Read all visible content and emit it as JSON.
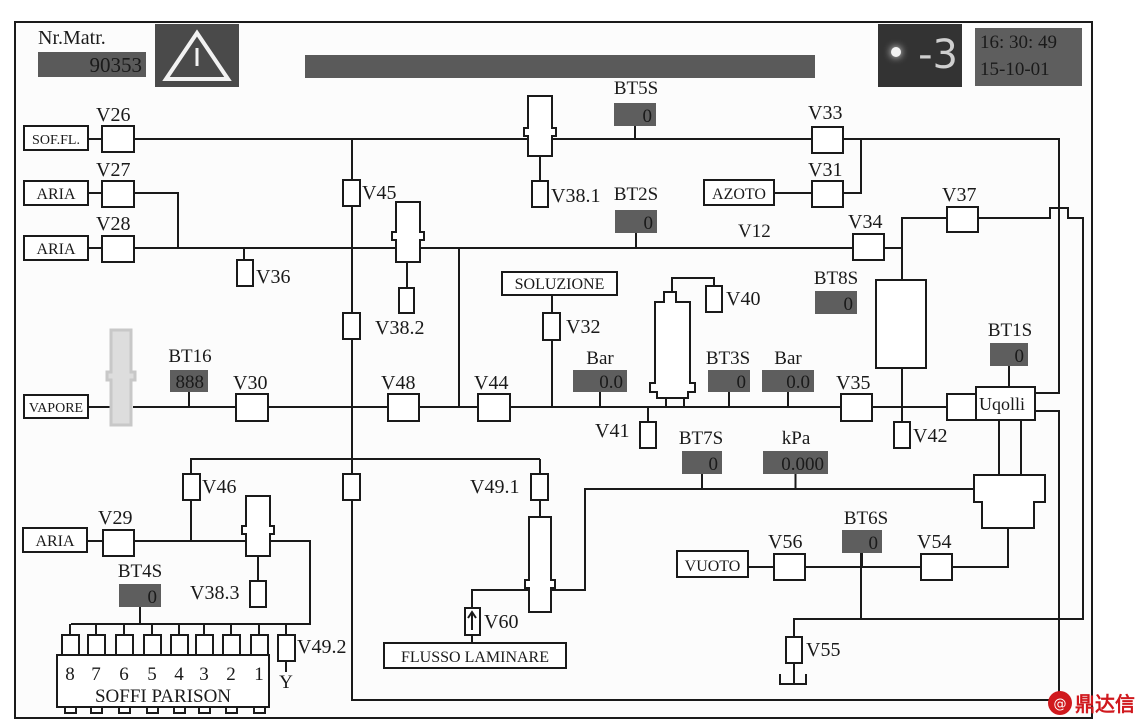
{
  "header": {
    "nr_matr_label": "Nr.Matr.",
    "nr_matr_value": "90353",
    "counter": "-3",
    "time": "16: 30: 49",
    "date": "15-10-01"
  },
  "sources": [
    "SOF.FL.",
    "ARIA",
    "ARIA",
    "AZOTO",
    "SOLUZIONE",
    "VAPORE",
    "ARIA",
    "VUOTO",
    "FLUSSO LAMINARE"
  ],
  "valves": [
    "V26",
    "V27",
    "V28",
    "V33",
    "V31",
    "V34",
    "V37",
    "V35",
    "V30",
    "V48",
    "V44",
    "V29",
    "V56",
    "V54",
    "V45",
    "V36",
    "V38.1",
    "V38.2",
    "V32",
    "V40",
    "V41",
    "V42",
    "V46",
    "V49.1",
    "V38.3",
    "V49.2",
    "V60",
    "V55"
  ],
  "sensors": [
    {
      "label": "BT5S",
      "value": "0"
    },
    {
      "label": "BT2S",
      "value": "0"
    },
    {
      "label": "BT8S",
      "value": "0"
    },
    {
      "label": "BT16",
      "value": "888"
    },
    {
      "label": "Bar",
      "value": "0.0"
    },
    {
      "label": "BT3S",
      "value": "0"
    },
    {
      "label": "Bar",
      "value": "0.0"
    },
    {
      "label": "BT1S",
      "value": "0"
    },
    {
      "label": "BT7S",
      "value": "0"
    },
    {
      "label": "kPa",
      "value": "0.000"
    },
    {
      "label": "BT6S",
      "value": "0"
    },
    {
      "label": "BT4S",
      "value": "0"
    }
  ],
  "labels": {
    "v12": "V12",
    "uqolli": "Uqolli",
    "soffi_parison": "SOFFI PARISON",
    "parison_numbers": [
      "8",
      "7",
      "6",
      "5",
      "4",
      "3",
      "2",
      "1"
    ],
    "y": "Y"
  },
  "watermark": "鼎达信",
  "colors": {
    "display": "#5e5e5e",
    "header_dark": "#3a3a3a",
    "watermark": "#d0191e"
  }
}
